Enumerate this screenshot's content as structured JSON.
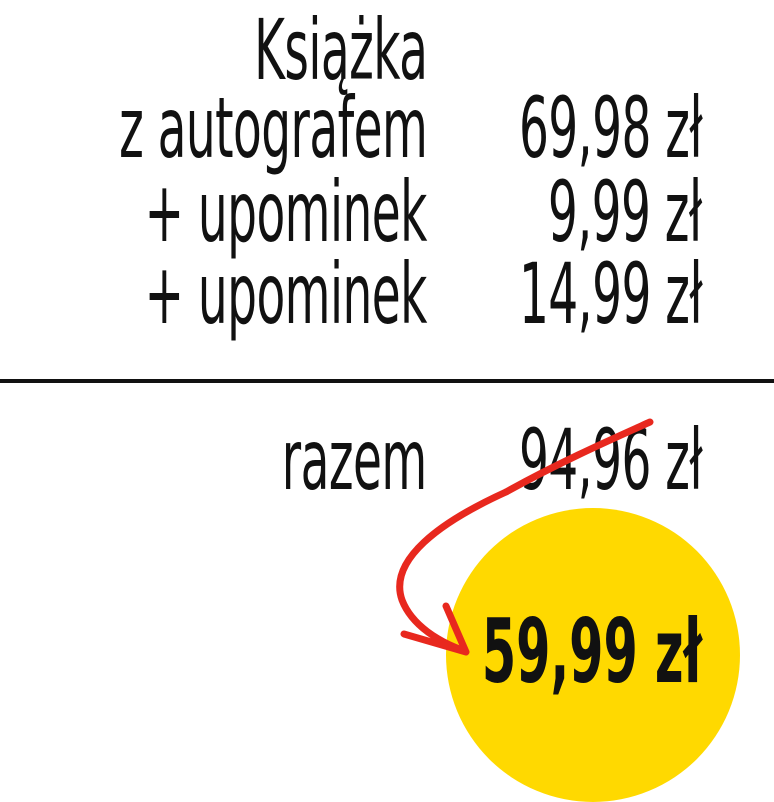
{
  "items": [
    {
      "label": "Książka",
      "price": ""
    },
    {
      "label": "z autografem",
      "price": "69,98 zł"
    },
    {
      "label": "+ upominek",
      "price": "9,99 zł"
    },
    {
      "label": "+ upominek",
      "price": "14,99 zł"
    }
  ],
  "total": {
    "label": "razem",
    "old_price": "94,96 zł"
  },
  "promo": {
    "price": "59,99 zł"
  },
  "colors": {
    "text": "#111111",
    "accent_circle": "#ffd900",
    "strike_arrow": "#e8281e"
  },
  "icons": {
    "strike": "strikethrough-line",
    "arrow": "curved-arrow"
  }
}
